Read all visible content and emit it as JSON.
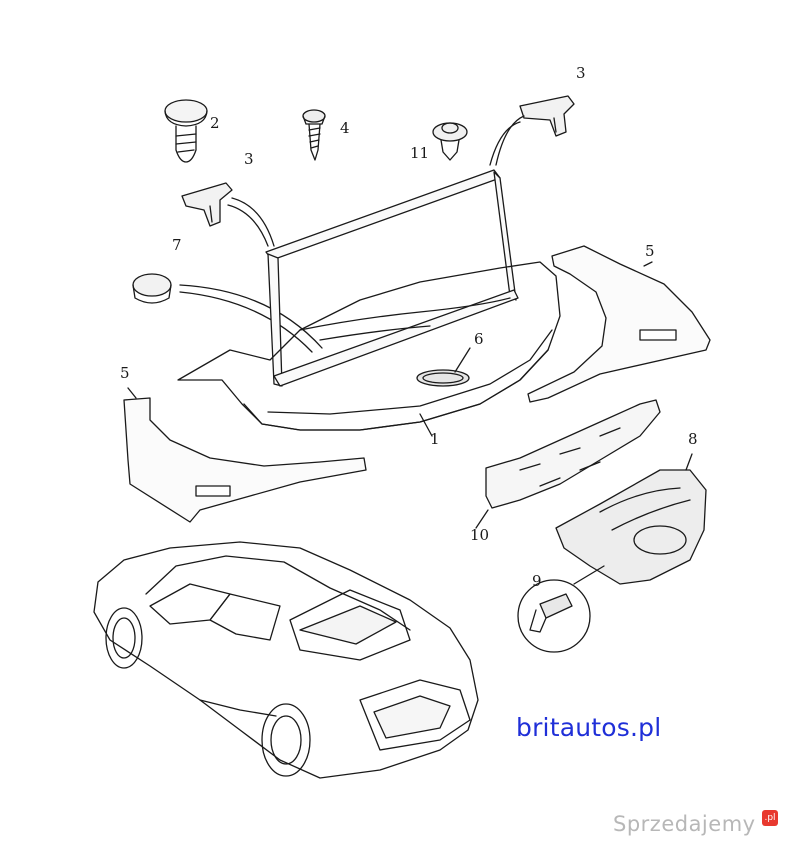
{
  "callouts": {
    "part_1": "1",
    "part_2": "2",
    "part_3a": "3",
    "part_3b": "3",
    "part_4": "4",
    "part_5a": "5",
    "part_5b": "5",
    "part_6": "6",
    "part_7": "7",
    "part_8": "8",
    "part_9": "9",
    "part_10": "10",
    "part_11": "11"
  },
  "brand_text": "britautos.pl",
  "watermark": {
    "text": "Sprzedajemy",
    "badge": ".pl"
  },
  "colors": {
    "line": "#1a1a1a",
    "brand": "#1f2fd8",
    "watermark": "#aaaaaa",
    "badge": "#e8392f"
  }
}
